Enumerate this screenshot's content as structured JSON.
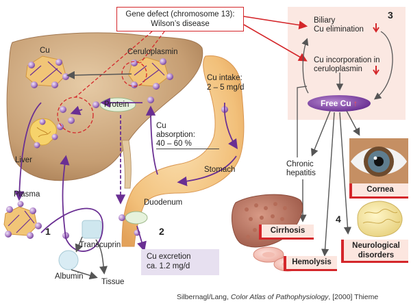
{
  "gene_defect": {
    "line1": "Gene defect (chromosome 13):",
    "line2": "Wilson’s disease"
  },
  "labels": {
    "cu": "Cu",
    "ceruloplasmin": "Ceruloplasmin",
    "protein": "Protein",
    "liver": "Liver",
    "plasma": "Plasma",
    "transcuprin": "Transcuprin",
    "albumin": "Albumin",
    "tissue": "Tissue",
    "cu_intake_1": "Cu intake:",
    "cu_intake_2": "2 – 5 mg/d",
    "cu_absorption_1": "Cu",
    "cu_absorption_2": "absorption:",
    "cu_absorption_3": "40 – 60 %",
    "stomach": "Stomach",
    "duodenum": "Duodenum",
    "cu_excretion_1": "Cu excretion",
    "cu_excretion_2": "ca. 1.2 mg/d",
    "biliary_1": "Biliary",
    "biliary_2": "Cu elimination",
    "incorporation_1": "Cu incorporation in",
    "incorporation_2": "ceruloplasmin",
    "free_cu": "Free Cu",
    "chronic_1": "Chronic",
    "chronic_2": "hepatitis",
    "cornea": "Cornea",
    "cirrhosis": "Cirrhosis",
    "hemolysis": "Hemolysis",
    "neuro_1": "Neurological",
    "neuro_2": "disorders"
  },
  "numbers": {
    "n1": "1",
    "n2": "2",
    "n3": "3",
    "n4": "4"
  },
  "credit": {
    "authors": "Silbernagl/Lang, ",
    "title": "Color Atlas of Pathophysiology",
    "edition": ", [2000] Thieme"
  },
  "colors": {
    "accent_red": "#d4262a",
    "copper_purple": "#6a2f93",
    "liver_brown": "#b98d62",
    "stomach_orange": "#f2c07a",
    "panel_pink": "#fbe8e2"
  }
}
